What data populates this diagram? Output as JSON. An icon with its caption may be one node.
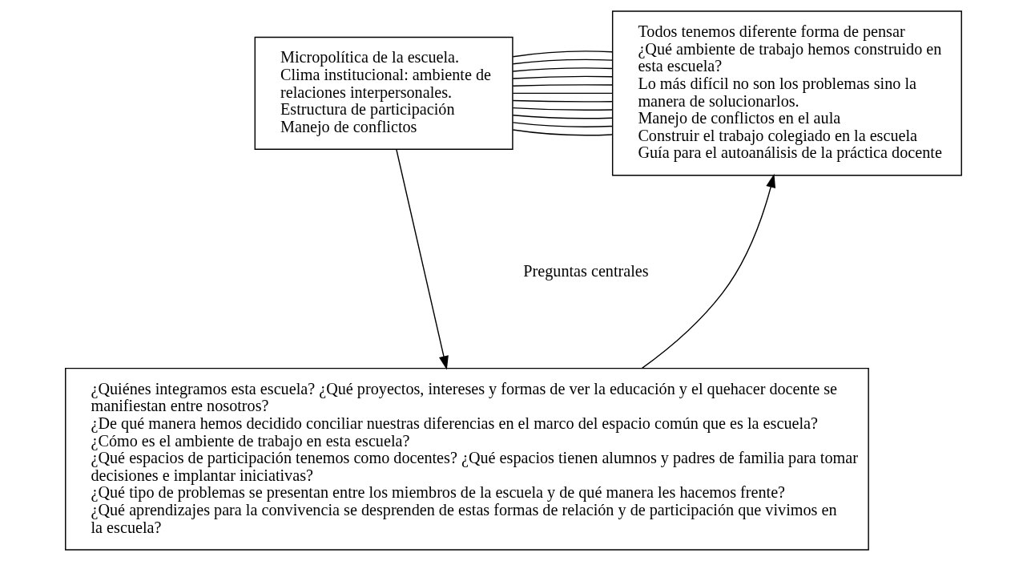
{
  "diagram": {
    "nodes": [
      {
        "text": [
          "Micropolítica de la escuela.",
          "Clima institucional: ambiente de relaciones interpersonales.",
          "Estructura de participación",
          "Manejo de conflictos"
        ]
      },
      {
        "text": [
          "Todos tenemos diferente forma de pensar",
          "¿Qué ambiente de trabajo hemos construido en esta escuela?",
          "Lo más difícil no son los problemas sino la manera de solucionarlos.",
          "Manejo de conflictos en el aula",
          "Construir el trabajo colegiado en la escuela",
          "Guía para el autoanálisis de la práctica docente"
        ]
      },
      {
        "text": [
          "¿Quiénes integramos esta escuela? ¿Qué proyectos, intereses y formas de ver la educación y el quehacer docente se manifiestan entre nosotros?",
          "¿De qué manera hemos decidido conciliar nuestras diferencias en el marco del espacio común que es la escuela?",
          "¿Cómo es el ambiente de trabajo en esta escuela?",
          "¿Qué espacios de participación tenemos como docentes? ¿Qué espacios tienen alumnos y padres de familia para tomar decisiones e implantar iniciativas?",
          "¿Qué tipo de problemas se presentan entre los miembros de la escuela y de qué manera les hacemos frente?",
          "¿Qué aprendizajes para la convivencia se desprenden de estas formas de relación y de participación que vivimos en la escuela?"
        ]
      }
    ],
    "edges": [
      {
        "from": 0,
        "to": 1,
        "arrow": "none"
      },
      {
        "from": 0,
        "to": 1,
        "arrow": "none"
      },
      {
        "from": 0,
        "to": 1,
        "arrow": "none"
      },
      {
        "from": 0,
        "to": 1,
        "arrow": "none"
      },
      {
        "from": 0,
        "to": 1,
        "arrow": "none"
      },
      {
        "from": 0,
        "to": 1,
        "arrow": "none"
      },
      {
        "from": 0,
        "to": 1,
        "arrow": "none"
      },
      {
        "from": 0,
        "to": 1,
        "arrow": "none"
      },
      {
        "from": 0,
        "to": 1,
        "arrow": "none"
      },
      {
        "from": 0,
        "to": 1,
        "arrow": "none"
      },
      {
        "from": 0,
        "to": 1,
        "arrow": "none"
      },
      {
        "from": 0,
        "to": 2,
        "arrow": "to"
      },
      {
        "from": 2,
        "to": 1,
        "arrow": "to"
      }
    ],
    "labels": [
      "Preguntas centrales"
    ]
  }
}
